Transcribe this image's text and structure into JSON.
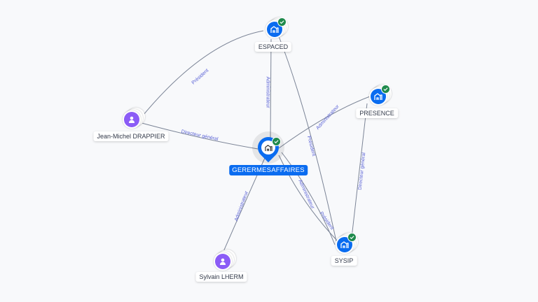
{
  "nodes": {
    "espaced": {
      "label": "ESPACED",
      "type": "company",
      "verified": true
    },
    "presence": {
      "label": "PRESENCE",
      "type": "company",
      "verified": true
    },
    "gerer": {
      "label": "GERERMESAFFAIRES",
      "type": "company",
      "verified": true,
      "focused": true
    },
    "sysip": {
      "label": "SYSIP",
      "type": "company",
      "verified": true
    },
    "jean": {
      "label": "Jean-Michel DRAPPIER",
      "type": "person"
    },
    "sylvain": {
      "label": "Sylvain LHERM",
      "type": "person"
    }
  },
  "edges": {
    "jean_espaced": "Président",
    "espaced_gerer": "Administrateur",
    "espaced_sysip": "Président",
    "presence_gerer": "Administrateur",
    "presence_sysip": "Directeur général",
    "jean_gerer": "Directeur général",
    "sylvain_gerer": "Administrateur",
    "gerer_sysip_1": "Président",
    "gerer_sysip_2": "Administrateur"
  },
  "colors": {
    "company": "#0a6cf0",
    "person": "#8b5cf6",
    "verified": "#1f8a4c",
    "edge_label": "#5b63d6"
  }
}
